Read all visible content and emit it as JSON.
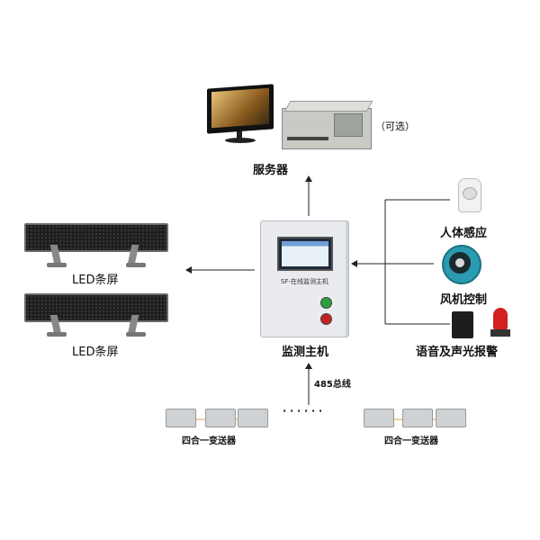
{
  "labels": {
    "server": "服务器",
    "optional": "（可选）",
    "led_bar_1": "LED条屏",
    "led_bar_2": "LED条屏",
    "monitor_host": "监测主机",
    "host_panel_text": "SF-在线监测主机",
    "bus": "485总线",
    "human_sensor": "人体感应",
    "fan_control": "风机控制",
    "alarm": "语音及声光报警",
    "transmitter_left": "四合一变送器",
    "transmitter_right": "四合一变送器",
    "ellipsis": "·  ·  ·  ·  ·  ·"
  },
  "colors": {
    "arrow": "#222222",
    "green_button": "#2e9e3a",
    "red_button": "#c0241f",
    "fan_blue": "#2a9bb0",
    "alarm_red": "#d21f1f"
  }
}
